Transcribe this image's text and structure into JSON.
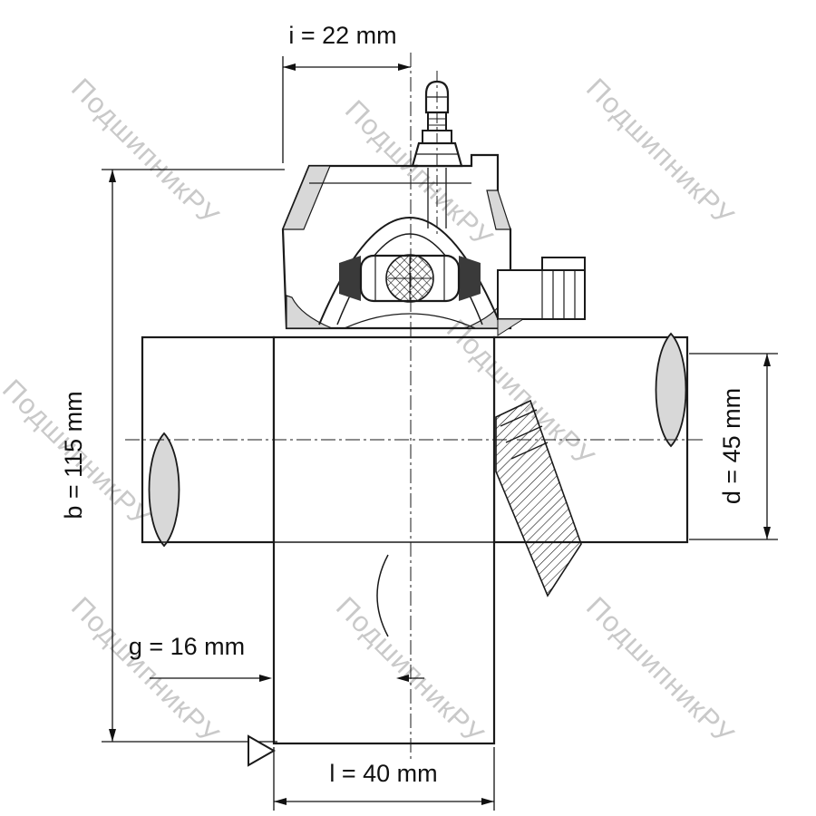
{
  "watermark": {
    "text": "ПодшипникРУ",
    "color": "#c9c9c9"
  },
  "dimensions": {
    "i": {
      "text": "i = 22 mm"
    },
    "b": {
      "text": "b = 115 mm"
    },
    "d": {
      "text": "d = 45 mm"
    },
    "g": {
      "text": "g = 16 mm"
    },
    "l": {
      "text": "l = 40 mm"
    }
  },
  "colors": {
    "line": "#1a1a1a",
    "shade": "#d8d8d8",
    "background": "#ffffff"
  }
}
